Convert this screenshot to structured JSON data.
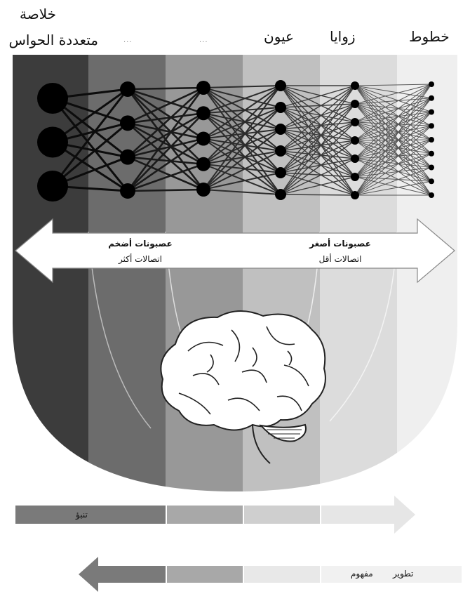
{
  "top_labels": {
    "summary_line1": "خلاصة",
    "summary_line2": "متعددة الحواس",
    "col2": "...",
    "col3": "...",
    "eyes": "عيون",
    "angles": "زوايا",
    "lines": "خطوط"
  },
  "arrow": {
    "left_title": "عصبونات أضخم",
    "left_sub": "اتصالات أكثر",
    "right_title": "عصبونات أصغر",
    "right_sub": "اتصالات أقل"
  },
  "bars": {
    "predict": "تنبؤ",
    "concept": "مفهوم",
    "develop": "تطوير"
  },
  "network": {
    "layers": [
      3,
      4,
      5,
      6,
      7,
      9
    ]
  },
  "icons": {
    "brain": "brain-icon"
  },
  "colors": {
    "band1": "#3c3c3c",
    "band2": "#6c6c6c",
    "band3": "#989898",
    "band4": "#c0c0c0",
    "band5": "#dcdcdc",
    "band6": "#efefef"
  }
}
